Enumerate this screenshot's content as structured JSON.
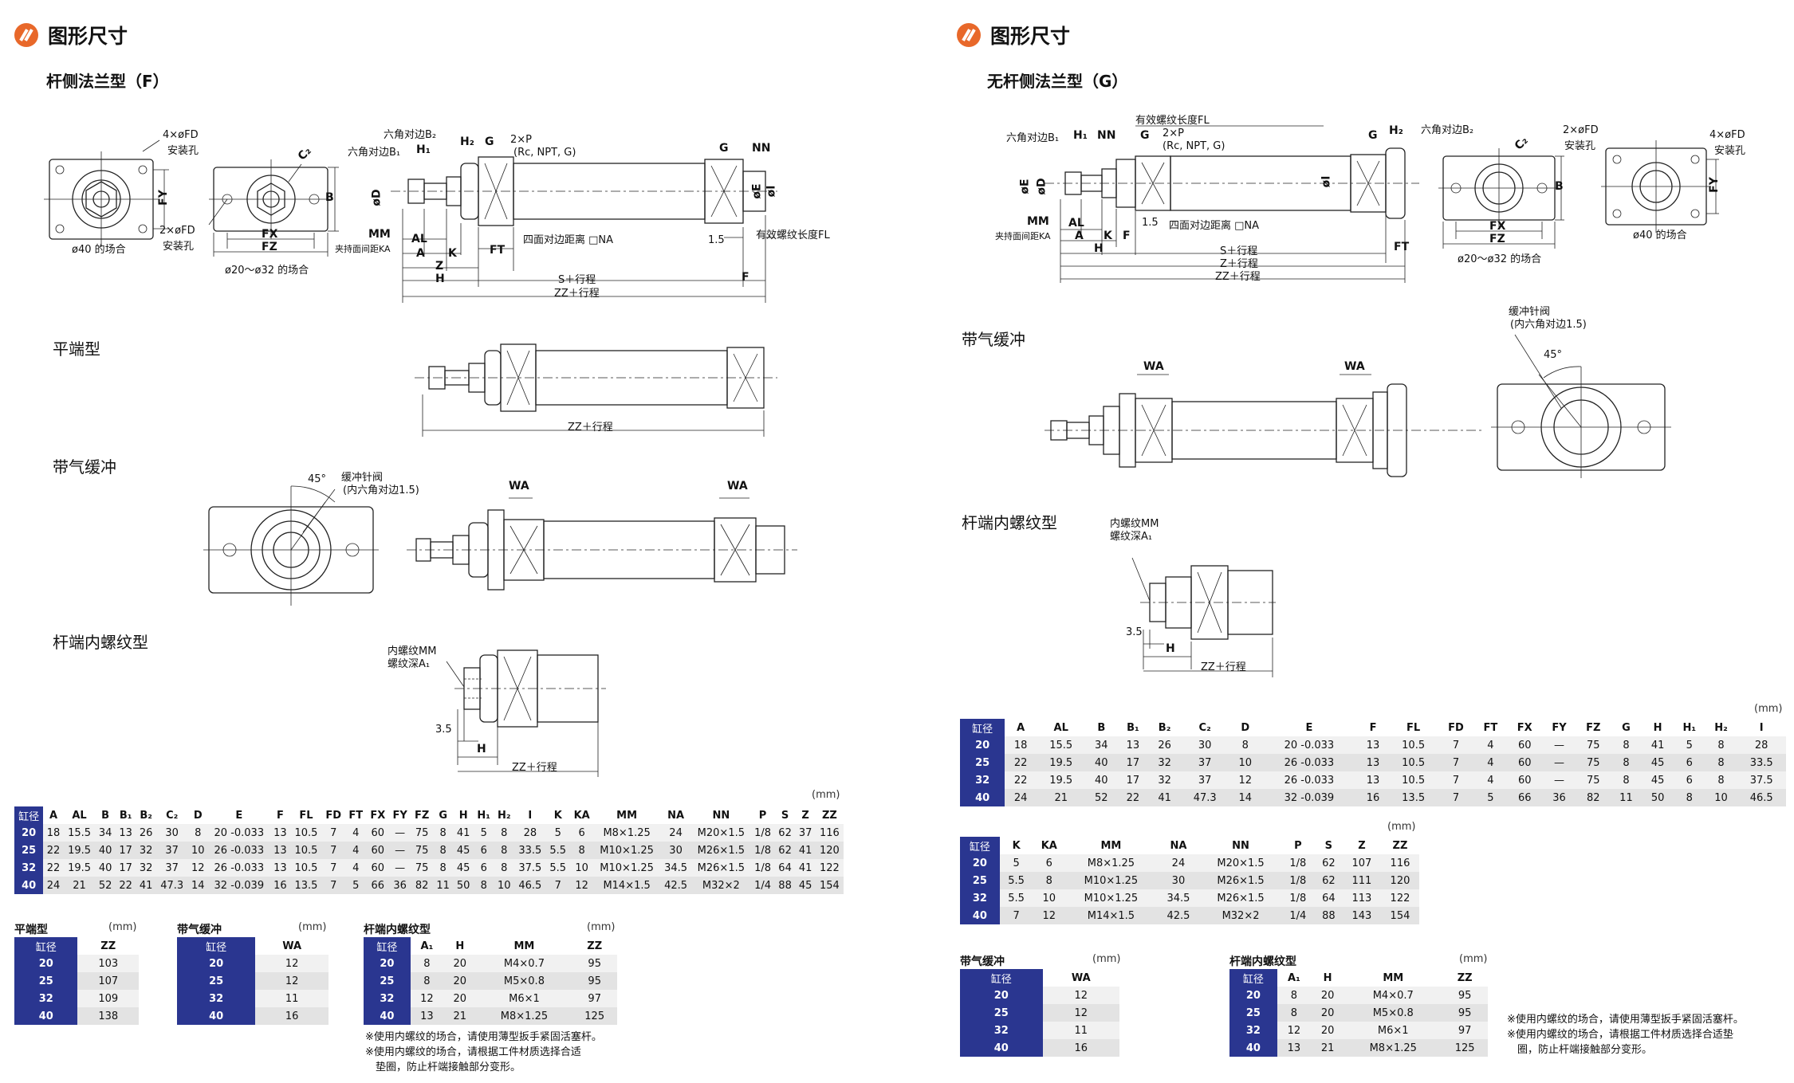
{
  "left": {
    "header": "图形尺寸",
    "subtitle": "杆侧法兰型（F）",
    "sec_flat": "平端型",
    "sec_cushion": "带气缓冲",
    "sec_internal": "杆端内螺纹型",
    "draw_labels": {
      "fd4": "4×øFD",
      "mount1": "安装孔",
      "fy": "FY",
      "d40": "ø40 的场合",
      "c2": "C₂",
      "b": "B",
      "fd2": "2×øFD",
      "mount2": "安装孔",
      "fx": "FX",
      "fz": "FZ",
      "d2032": "ø20～ø32 的场合",
      "hexb2": "六角对边B₂",
      "hexb1": "六角对边B₁",
      "h1": "H₁",
      "h2": "H₂",
      "g1": "G",
      "p": "2×P",
      "rc": "(Rc, NPT, G)",
      "g2": "G",
      "nn": "NN",
      "d": "øD",
      "i": "øI",
      "e": "øE",
      "mm": "MM",
      "al": "AL",
      "ka": "夹持面间距KA",
      "a": "A",
      "k": "K",
      "z": "Z",
      "h": "H",
      "ft": "FT",
      "na": "四面对边距离 □NA",
      "s": "S＋行程",
      "f": "F",
      "zz": "ZZ＋行程",
      "f15": "1.5",
      "fl": "有效螺纹长度FL",
      "zz2": "ZZ＋行程",
      "needle": "缓冲针阀",
      "needle2": "(内六角对边1.5)",
      "deg": "45°",
      "wa1": "WA",
      "wa2": "WA",
      "mmi": "内螺纹MM",
      "a1": "螺纹深A₁",
      "d35": "3.5",
      "hh": "H",
      "zz3": "ZZ＋行程"
    },
    "main_table": {
      "unit": "(mm)",
      "headers": [
        "缸径",
        "A",
        "AL",
        "B",
        "B₁",
        "B₂",
        "C₂",
        "D",
        "E",
        "F",
        "FL",
        "FD",
        "FT",
        "FX",
        "FY",
        "FZ",
        "G",
        "H",
        "H₁",
        "H₂",
        "I",
        "K",
        "KA",
        "MM",
        "NA",
        "NN",
        "P",
        "S",
        "Z",
        "ZZ"
      ],
      "rows": [
        [
          "20",
          "18",
          "15.5",
          "34",
          "13",
          "26",
          "30",
          "8",
          "20 -0.033",
          "13",
          "10.5",
          "7",
          "4",
          "60",
          "—",
          "75",
          "8",
          "41",
          "5",
          "8",
          "28",
          "5",
          "6",
          "M8×1.25",
          "24",
          "M20×1.5",
          "1/8",
          "62",
          "37",
          "116"
        ],
        [
          "25",
          "22",
          "19.5",
          "40",
          "17",
          "32",
          "37",
          "10",
          "26 -0.033",
          "13",
          "10.5",
          "7",
          "4",
          "60",
          "—",
          "75",
          "8",
          "45",
          "6",
          "8",
          "33.5",
          "5.5",
          "8",
          "M10×1.25",
          "30",
          "M26×1.5",
          "1/8",
          "62",
          "41",
          "120"
        ],
        [
          "32",
          "22",
          "19.5",
          "40",
          "17",
          "32",
          "37",
          "12",
          "26 -0.033",
          "13",
          "10.5",
          "7",
          "4",
          "60",
          "—",
          "75",
          "8",
          "45",
          "6",
          "8",
          "37.5",
          "5.5",
          "10",
          "M10×1.25",
          "34.5",
          "M26×1.5",
          "1/8",
          "64",
          "41",
          "122"
        ],
        [
          "40",
          "24",
          "21",
          "52",
          "22",
          "41",
          "47.3",
          "14",
          "32 -0.039",
          "16",
          "13.5",
          "7",
          "5",
          "66",
          "36",
          "82",
          "11",
          "50",
          "8",
          "10",
          "46.5",
          "7",
          "12",
          "M14×1.5",
          "42.5",
          "M32×2",
          "1/4",
          "88",
          "45",
          "154"
        ]
      ]
    },
    "flat_table": {
      "title": "平端型",
      "unit": "(mm)",
      "headers": [
        "缸径",
        "ZZ"
      ],
      "rows": [
        [
          "20",
          "103"
        ],
        [
          "25",
          "107"
        ],
        [
          "32",
          "109"
        ],
        [
          "40",
          "138"
        ]
      ]
    },
    "cushion_table": {
      "title": "带气缓冲",
      "unit": "(mm)",
      "headers": [
        "缸径",
        "WA"
      ],
      "rows": [
        [
          "20",
          "12"
        ],
        [
          "25",
          "12"
        ],
        [
          "32",
          "11"
        ],
        [
          "40",
          "16"
        ]
      ]
    },
    "internal_table": {
      "title": "杆端内螺纹型",
      "unit": "(mm)",
      "headers": [
        "缸径",
        "A₁",
        "H",
        "MM",
        "ZZ"
      ],
      "rows": [
        [
          "20",
          "8",
          "20",
          "M4×0.7",
          "95"
        ],
        [
          "25",
          "8",
          "20",
          "M5×0.8",
          "95"
        ],
        [
          "32",
          "12",
          "20",
          "M6×1",
          "97"
        ],
        [
          "40",
          "13",
          "21",
          "M8×1.25",
          "125"
        ]
      ]
    },
    "notes": [
      "※使用内螺纹的场合，请使用薄型扳手紧固活塞杆。",
      "※使用内螺纹的场合，请根据工件材质选择合适",
      "　垫圈，防止杆端接触部分变形。"
    ]
  },
  "right": {
    "header": "图形尺寸",
    "subtitle": "无杆侧法兰型（G）",
    "sec_cushion": "带气缓冲",
    "sec_internal": "杆端内螺纹型",
    "draw_labels": {
      "fl": "有效螺纹长度FL",
      "hexb1": "六角对边B₁",
      "h1": "H₁",
      "nn": "NN",
      "g": "G",
      "p": "2×P",
      "rc": "(Rc, NPT, G)",
      "g2": "G",
      "h2": "H₂",
      "hexb2": "六角对边B₂",
      "e": "øE",
      "d": "øD",
      "i": "øI",
      "mm": "MM",
      "al": "AL",
      "ka": "夹持面间距KA",
      "a": "A",
      "k": "K",
      "f": "F",
      "f15": "1.5",
      "na": "四面对边距离 □NA",
      "h": "H",
      "s": "S＋行程",
      "z": "Z＋行程",
      "zz": "ZZ＋行程",
      "ft": "FT",
      "c2": "C₂",
      "fd2": "2×øFD",
      "mount2": "安装孔",
      "b": "B",
      "fx": "FX",
      "fz": "FZ",
      "d2032": "ø20～ø32 的场合",
      "fd4": "4×øFD",
      "mount1": "安装孔",
      "fy": "FY",
      "d40": "ø40 的场合",
      "needle": "缓冲针阀",
      "needle2": "(内六角对边1.5)",
      "deg": "45°",
      "wa1": "WA",
      "wa2": "WA",
      "mmi": "内螺纹MM",
      "a1": "螺纹深A₁",
      "d35": "3.5",
      "hh": "H",
      "zz3": "ZZ＋行程"
    },
    "table1": {
      "unit": "(mm)",
      "headers": [
        "缸径",
        "A",
        "AL",
        "B",
        "B₁",
        "B₂",
        "C₂",
        "D",
        "E",
        "F",
        "FL",
        "FD",
        "FT",
        "FX",
        "FY",
        "FZ",
        "G",
        "H",
        "H₁",
        "H₂",
        "I"
      ],
      "rows": [
        [
          "20",
          "18",
          "15.5",
          "34",
          "13",
          "26",
          "30",
          "8",
          "20 -0.033",
          "13",
          "10.5",
          "7",
          "4",
          "60",
          "—",
          "75",
          "8",
          "41",
          "5",
          "8",
          "28"
        ],
        [
          "25",
          "22",
          "19.5",
          "40",
          "17",
          "32",
          "37",
          "10",
          "26 -0.033",
          "13",
          "10.5",
          "7",
          "4",
          "60",
          "—",
          "75",
          "8",
          "45",
          "6",
          "8",
          "33.5"
        ],
        [
          "32",
          "22",
          "19.5",
          "40",
          "17",
          "32",
          "37",
          "12",
          "26 -0.033",
          "13",
          "10.5",
          "7",
          "4",
          "60",
          "—",
          "75",
          "8",
          "45",
          "6",
          "8",
          "37.5"
        ],
        [
          "40",
          "24",
          "21",
          "52",
          "22",
          "41",
          "47.3",
          "14",
          "32 -0.039",
          "16",
          "13.5",
          "7",
          "5",
          "66",
          "36",
          "82",
          "11",
          "50",
          "8",
          "10",
          "46.5"
        ]
      ]
    },
    "table2": {
      "unit": "(mm)",
      "headers": [
        "缸径",
        "K",
        "KA",
        "MM",
        "NA",
        "NN",
        "P",
        "S",
        "Z",
        "ZZ"
      ],
      "rows": [
        [
          "20",
          "5",
          "6",
          "M8×1.25",
          "24",
          "M20×1.5",
          "1/8",
          "62",
          "107",
          "116"
        ],
        [
          "25",
          "5.5",
          "8",
          "M10×1.25",
          "30",
          "M26×1.5",
          "1/8",
          "62",
          "111",
          "120"
        ],
        [
          "32",
          "5.5",
          "10",
          "M10×1.25",
          "34.5",
          "M26×1.5",
          "1/8",
          "64",
          "113",
          "122"
        ],
        [
          "40",
          "7",
          "12",
          "M14×1.5",
          "42.5",
          "M32×2",
          "1/4",
          "88",
          "143",
          "154"
        ]
      ]
    },
    "cushion_table": {
      "title": "带气缓冲",
      "unit": "(mm)",
      "headers": [
        "缸径",
        "WA"
      ],
      "rows": [
        [
          "20",
          "12"
        ],
        [
          "25",
          "12"
        ],
        [
          "32",
          "11"
        ],
        [
          "40",
          "16"
        ]
      ]
    },
    "internal_table": {
      "title": "杆端内螺纹型",
      "unit": "(mm)",
      "headers": [
        "缸径",
        "A₁",
        "H",
        "MM",
        "ZZ"
      ],
      "rows": [
        [
          "20",
          "8",
          "20",
          "M4×0.7",
          "95"
        ],
        [
          "25",
          "8",
          "20",
          "M5×0.8",
          "95"
        ],
        [
          "32",
          "12",
          "20",
          "M6×1",
          "97"
        ],
        [
          "40",
          "13",
          "21",
          "M8×1.25",
          "125"
        ]
      ]
    },
    "notes": [
      "※使用内螺纹的场合，请使用薄型扳手紧固活塞杆。",
      "※使用内螺纹的场合，请根据工件材质选择合适垫",
      "　圈，防止杆端接触部分变形。"
    ]
  }
}
